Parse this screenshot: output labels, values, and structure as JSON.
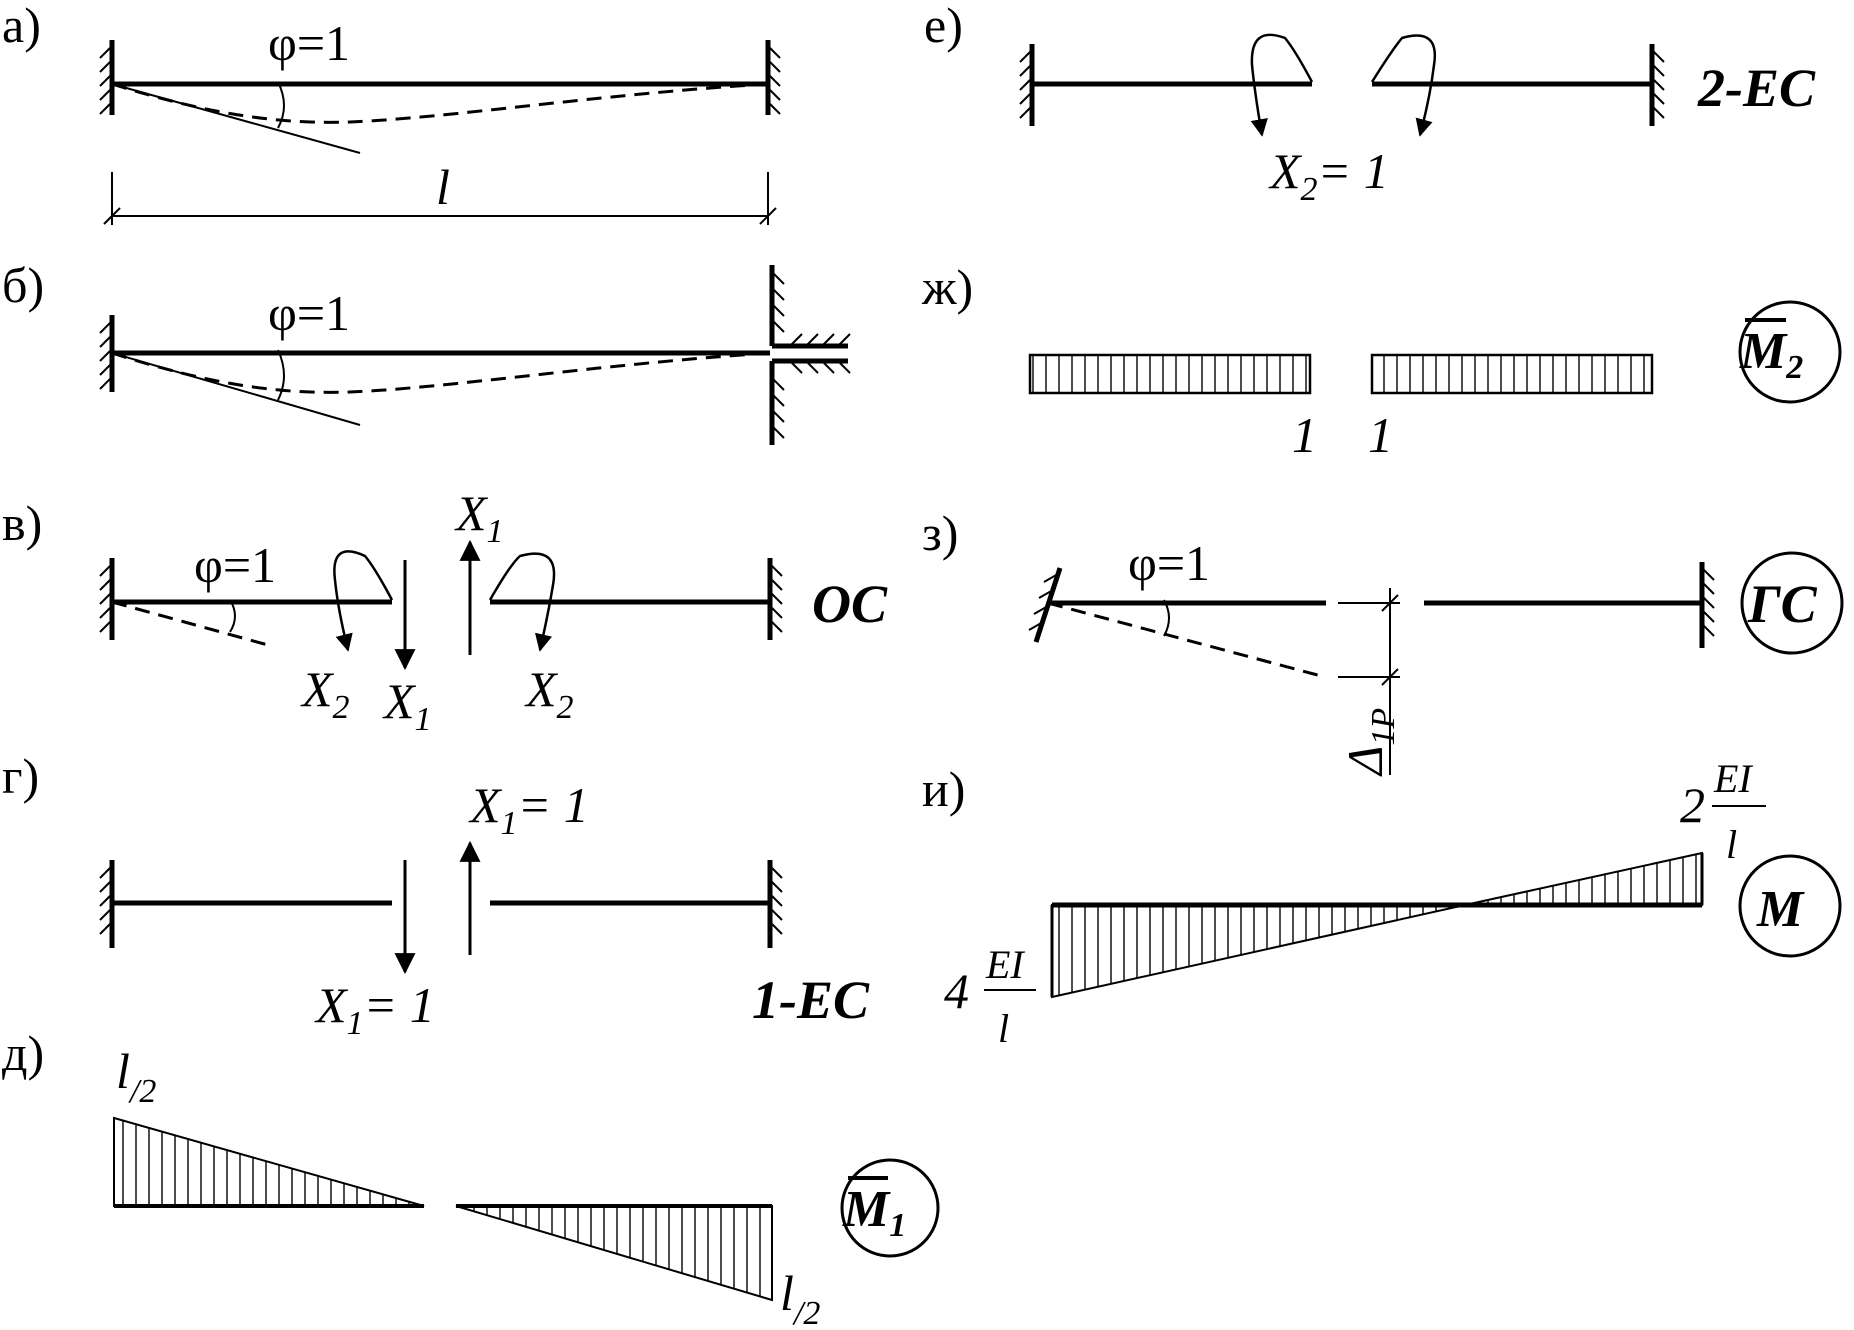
{
  "panels": {
    "a": {
      "label": "а)",
      "phi": "φ=1",
      "length": "l"
    },
    "b": {
      "label": "б)",
      "phi": "φ=1"
    },
    "v": {
      "label": "в)",
      "phi": "φ=1",
      "x1": "X",
      "x1_sub": "1",
      "x2": "X",
      "x2_sub": "2",
      "system": "ОС"
    },
    "g": {
      "label": "г)",
      "x1": "X",
      "x1_sub": "1",
      "x1_eq": "= 1",
      "system": "1-ЕС"
    },
    "d": {
      "label": "д)",
      "l": "l",
      "half": "/2",
      "diagram": "M",
      "diagram_sub": "1"
    },
    "e": {
      "label": "е)",
      "x2": "X",
      "x2_sub": "2",
      "x2_eq": "= 1",
      "system": "2-ЕС"
    },
    "zh": {
      "label": "ж)",
      "val": "1",
      "diagram": "M",
      "diagram_sub": "2"
    },
    "z": {
      "label": "з)",
      "phi": "φ=1",
      "delta": "Δ",
      "delta_sub": "1P",
      "system": "ГС"
    },
    "i": {
      "label": "и)",
      "v1_coef": "4",
      "v2_coef": "2",
      "ei": "EI",
      "l": "l",
      "diagram": "M"
    }
  }
}
